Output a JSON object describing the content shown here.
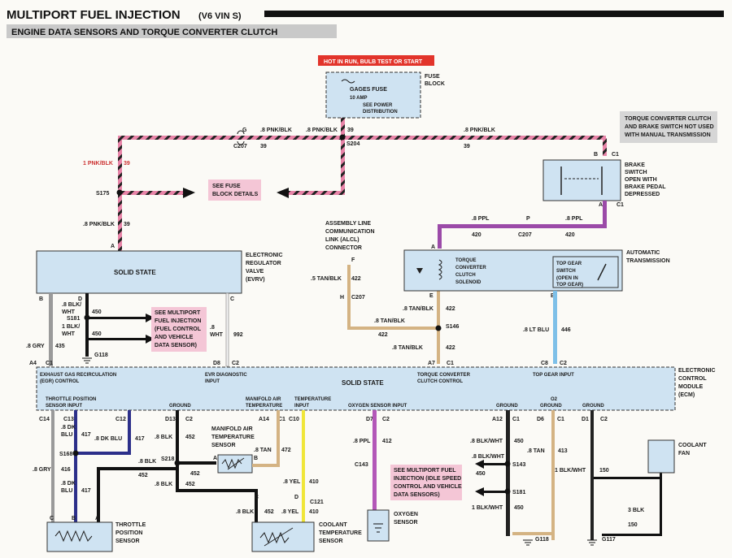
{
  "header": {
    "title": "MULTIPORT FUEL INJECTION",
    "title_suffix": "(V6 VIN S)",
    "subtitle": "ENGINE DATA SENSORS AND TORQUE CONVERTER CLUTCH"
  },
  "hot_label": "HOT IN RUN, BULB TEST OR START",
  "fuse_block": {
    "label1": "FUSE",
    "label2": "BLOCK",
    "name": "GAGES FUSE",
    "amp": "10 AMP",
    "see1": "SEE POWER",
    "see2": "DISTRIBUTION"
  },
  "tcc_note": {
    "l1": "TORQUE CONVERTER CLUTCH",
    "l2": "AND BRAKE SWITCH NOT USED",
    "l3": "WITH MANUAL TRANSMISSION"
  },
  "brake_switch": {
    "l1": "BRAKE",
    "l2": "SWITCH",
    "l3": "OPEN WITH",
    "l4": "BRAKE PEDAL",
    "l5": "DEPRESSED"
  },
  "fuse_details": {
    "l1": "SEE FUSE",
    "l2": "BLOCK DETAILS"
  },
  "evrv": {
    "inner": "SOLID STATE",
    "l1": "ELECTRONIC",
    "l2": "REGULATOR",
    "l3": "VALVE",
    "l4": "(EVRV)"
  },
  "alcl": {
    "l1": "ASSEMBLY LINE",
    "l2": "COMMUNICATION",
    "l3": "LINK (ALCL)",
    "l4": "CONNECTOR"
  },
  "trans": {
    "l1": "AUTOMATIC",
    "l2": "TRANSMISSION",
    "tcc1": "TORQUE",
    "tcc2": "CONVERTER",
    "tcc3": "CLUTCH",
    "tcc4": "SOLENOID",
    "tg1": "TOP GEAR",
    "tg2": "SWITCH",
    "tg3": "(OPEN IN",
    "tg4": "TOP GEAR)"
  },
  "mfi_note1": {
    "l1": "SEE MULTIPORT",
    "l2": "FUEL INJECTION",
    "l3": "(FUEL CONTROL",
    "l4": "AND VEHICLE",
    "l5": "DATA SENSOR)"
  },
  "mfi_note2": {
    "l1": "SEE MULTIPORT FUEL",
    "l2": "INJECTION (IDLE SPEED",
    "l3": "CONTROL AND VEHICLE",
    "l4": "DATA SENSORS)"
  },
  "ecm": {
    "inner": "SOLID STATE",
    "l1": "ELECTRONIC",
    "l2": "CONTROL",
    "l3": "MODULE",
    "l4": "(ECM)",
    "egr1": "EXHAUST GAS RECIRCULATION",
    "egr2": "(EGR) CONTROL",
    "evr1": "EVR DIAGNOSTIC",
    "evr2": "INPUT",
    "tcc1": "TORQUE CONVERTER",
    "tcc2": "CLUTCH CONTROL",
    "tg": "TOP GEAR INPUT",
    "tps1": "THROTTLE POSITION",
    "tps2": "SENSOR INPUT",
    "gnd": "GROUND",
    "mat1": "MANIFOLD AIR",
    "mat2": "TEMPERATURE",
    "ct1": "TEMPERATURE",
    "ct2": "INPUT",
    "o2": "OXYGEN SENSOR INPUT",
    "gnd2": "GROUND",
    "o2gnd1": "O2",
    "o2gnd2": "GROUND",
    "gnd3": "GROUND"
  },
  "sensors": {
    "mat": {
      "l1": "MANIFOLD AIR",
      "l2": "TEMPERATURE",
      "l3": "SENSOR"
    },
    "tps": {
      "l1": "THROTTLE",
      "l2": "POSITION",
      "l3": "SENSOR"
    },
    "ct": {
      "l1": "COOLANT",
      "l2": "TEMPERATURE",
      "l3": "SENSOR"
    },
    "o2": {
      "l1": "OXYGEN",
      "l2": "SENSOR"
    },
    "fan": {
      "l1": "COOLANT",
      "l2": "FAN"
    }
  },
  "splices": {
    "s204": "S204",
    "s175": "S175",
    "s181": "S181",
    "s146": "S146",
    "s168": "S168",
    "s218": "S218",
    "s143": "S143",
    "s181b": "S181"
  },
  "grounds": {
    "g118": "G118",
    "g118b": "G118",
    "g117": "G117"
  },
  "connectors": {
    "c207": "C207",
    "c207b": "C207",
    "c207c": "C207",
    "c143": "C143",
    "c121": "C121",
    "c1": "C1",
    "c2": "C2"
  },
  "pins": {
    "a": "A",
    "b": "B",
    "c": "C",
    "d": "D",
    "e": "E",
    "f": "F",
    "g": "G",
    "h": "H",
    "p": "P"
  },
  "wires": {
    "pnk_blk": ".8 PNK/BLK",
    "pnk_blk1": "1 PNK/BLK",
    "n39": "39",
    "ppl8": ".8 PPL",
    "n420": "420",
    "tan_blk5": ".5 TAN/BLK",
    "tan_blk8": ".8 TAN/BLK",
    "n422": "422",
    "lt_blu": ".8 LT BLU",
    "n446": "446",
    "gry": ".8 GRY",
    "n435": "435",
    "blk_wht8": ".8 BLK/",
    "wht": "WHT",
    "blk_wht1": "1 BLK/",
    "n450": "450",
    "wht8": ".8",
    "wht_l": "WHT",
    "n992": "992",
    "dk_blu": ".8 DK",
    "blu": "BLU",
    "n417": "417",
    "dk_blu2": ".8 DK BLU",
    "blk": ".8 BLK",
    "n452": "452",
    "tan": ".8 TAN",
    "n472": "472",
    "n416": "416",
    "gry416": ".8 GRY",
    "yel": ".8 YEL",
    "n410": "410",
    "ppl_o2": ".8 PPL",
    "n412": "412",
    "bw8": ".8 BLK/WHT",
    "bw1": "1 BLK/WHT",
    "tan413": ".8 TAN",
    "n413": "413",
    "bw150": "1 BLK/WHT",
    "n150": "150",
    "blk3": "3 BLK"
  },
  "ecm_pins": {
    "a4": "A4",
    "c1": "C1",
    "d8": "D8",
    "c2": "C2",
    "a7": "A7",
    "c8": "C8",
    "c14": "C14",
    "c13": "C13",
    "c12": "C12",
    "d13": "D13",
    "a14": "A14",
    "c10": "C10",
    "d7": "D7",
    "a12": "A12",
    "d6": "D6",
    "d1": "D1"
  }
}
